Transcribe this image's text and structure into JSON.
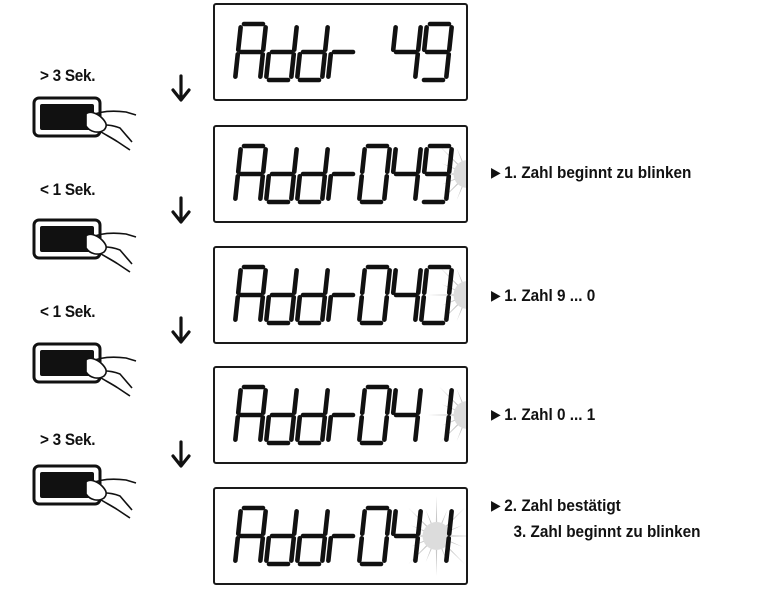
{
  "steps": [
    {
      "press_label": "> 3 Sek."
    },
    {
      "press_label": "< 1 Sek."
    },
    {
      "press_label": "< 1 Sek."
    },
    {
      "press_label": "> 3 Sek."
    }
  ],
  "displays": [
    {
      "text": "Addr 49",
      "blink_digit": null
    },
    {
      "text": "Addr049",
      "blink_digit": 7
    },
    {
      "text": "Addr040",
      "blink_digit": 7
    },
    {
      "text": "Addr041",
      "blink_digit": 7
    },
    {
      "text": "Addr041",
      "blink_digit": 6
    }
  ],
  "notes": [
    {
      "line1": "1. Zahl beginnt zu blinken",
      "line2": ""
    },
    {
      "line1": "1. Zahl 9 ... 0",
      "line2": ""
    },
    {
      "line1": "1. Zahl 0 ... 1",
      "line2": ""
    },
    {
      "line1": "2. Zahl bestätigt",
      "line2": "3. Zahl beginnt zu blinken"
    }
  ],
  "colors": {
    "ink": "#111111",
    "blink_glow": "#c8c8c8"
  },
  "icons": {
    "arrow": "down-arrow-icon",
    "button": "button-press-icon",
    "blink": "blink-glow-icon"
  }
}
